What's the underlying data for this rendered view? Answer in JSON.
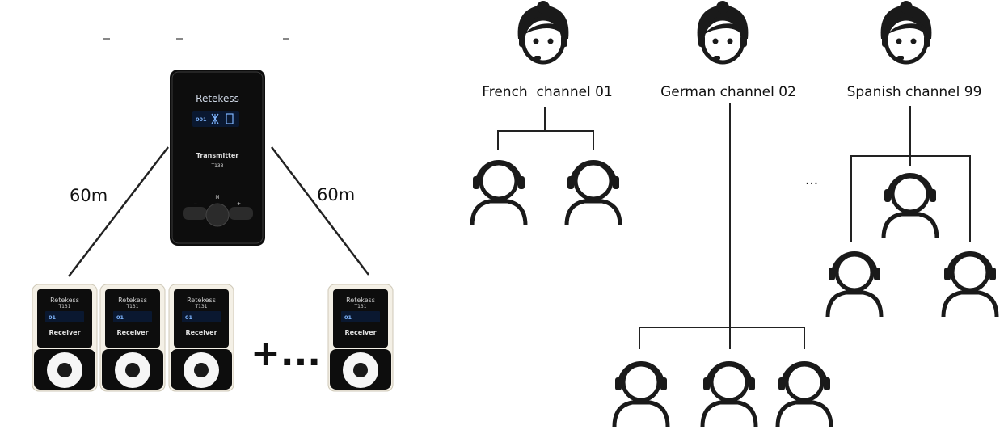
{
  "left": {
    "transmitter": {
      "brand": "Retekess",
      "display": "001",
      "title": "Transmitter",
      "model": "T133",
      "left_key": "−",
      "right_key": "+",
      "center_key": "M"
    },
    "distance_left": "60m",
    "distance_right": "60m",
    "receiver": {
      "brand": "Retekess",
      "model": "T131",
      "display": "01",
      "label": "Receiver"
    },
    "more_symbol": "+..."
  },
  "right": {
    "channels": [
      {
        "label": "French  channel 01",
        "listeners": 2
      },
      {
        "label": "German channel 02",
        "listeners": 3
      },
      {
        "label": "Spanish channel 99",
        "listeners": 3
      }
    ],
    "ellipsis": "..."
  },
  "colors": {
    "line": "#222222",
    "device": "#0d0d0d",
    "icon": "#1a1a1a"
  }
}
